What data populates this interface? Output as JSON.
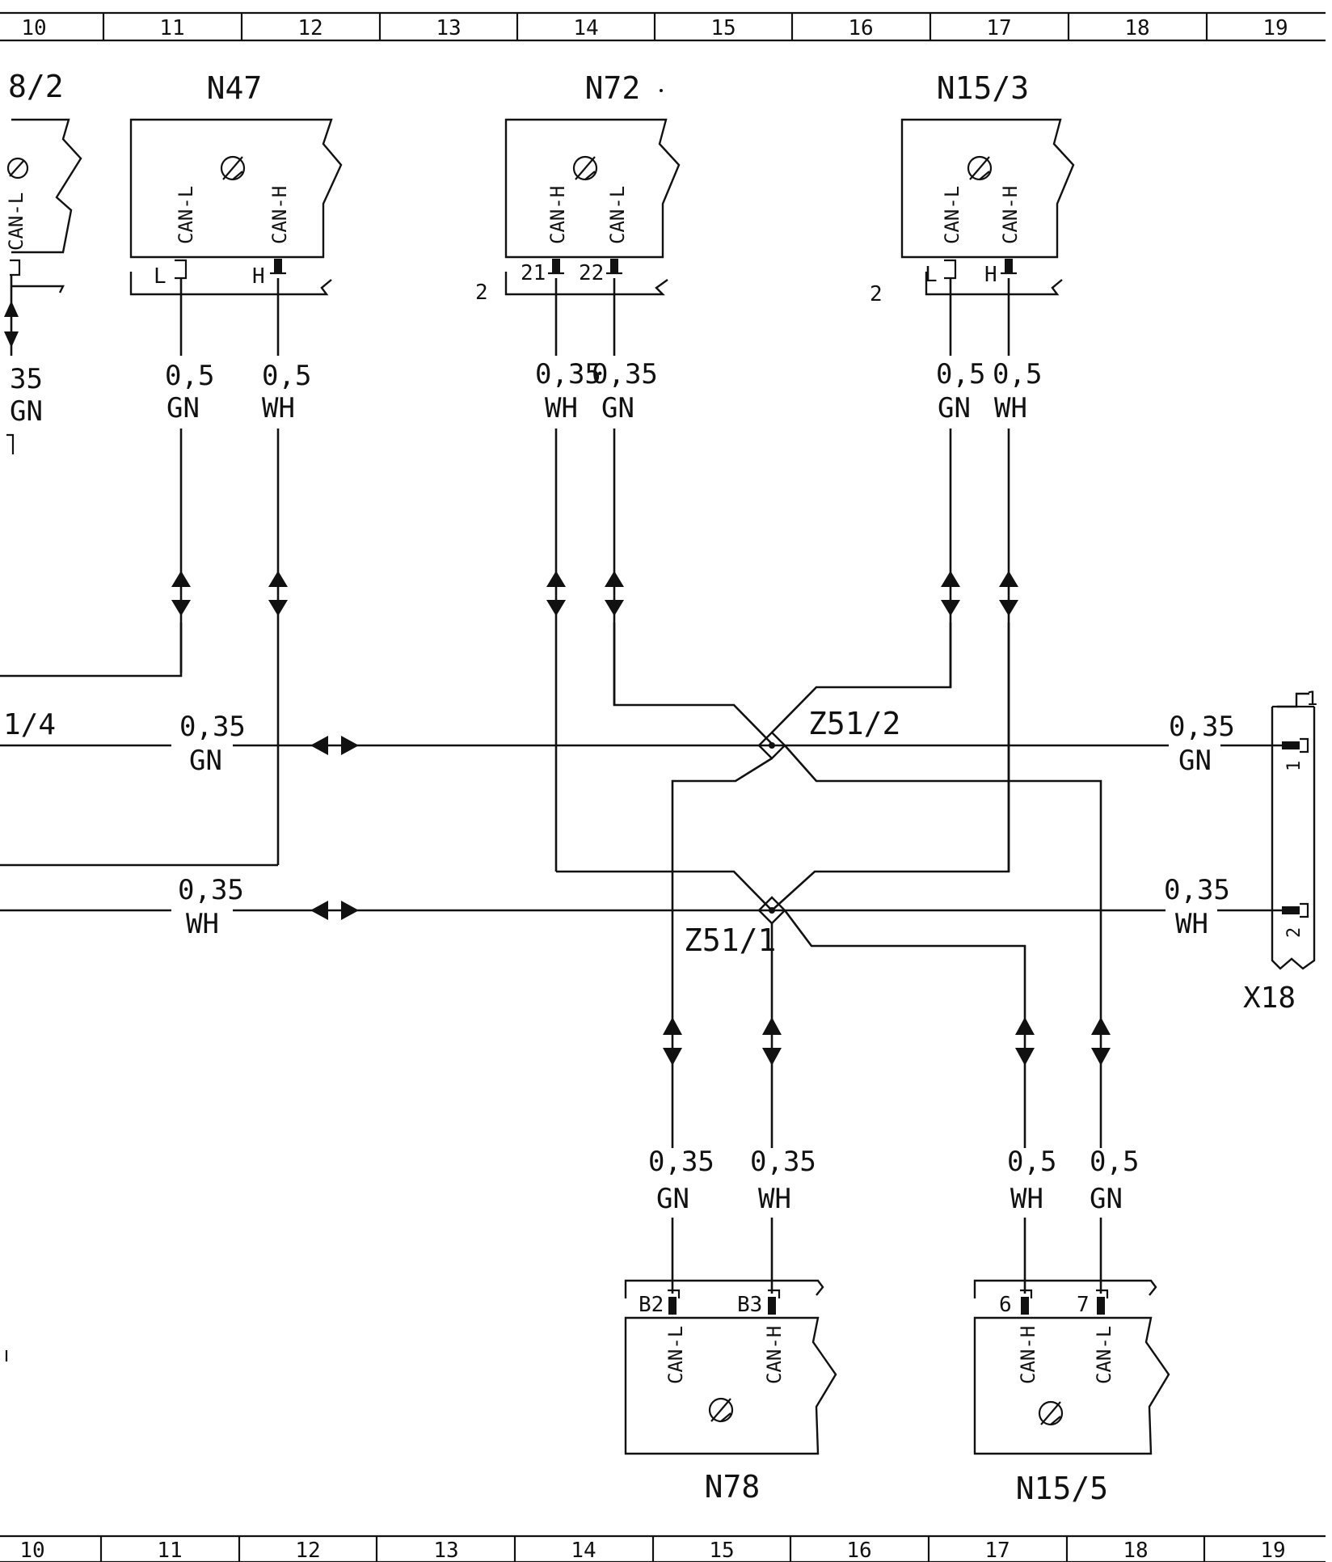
{
  "grid": {
    "columns": [
      "10",
      "11",
      "12",
      "13",
      "14",
      "15",
      "16",
      "17",
      "18",
      "19"
    ]
  },
  "components": [
    {
      "id": "n8_2",
      "label": "8/2",
      "pins": [
        {
          "signal": "CAN-L",
          "pin": ""
        }
      ]
    },
    {
      "id": "n47",
      "label": "N47",
      "pins": [
        {
          "signal": "CAN-L",
          "pin": "L"
        },
        {
          "signal": "CAN-H",
          "pin": "H"
        }
      ]
    },
    {
      "id": "n72",
      "label": "N72",
      "connector": "2",
      "pins": [
        {
          "signal": "CAN-H",
          "pin": "21"
        },
        {
          "signal": "CAN-L",
          "pin": "22"
        }
      ]
    },
    {
      "id": "n15_3",
      "label": "N15/3",
      "connector": "2",
      "pins": [
        {
          "signal": "CAN-L",
          "pin": "L"
        },
        {
          "signal": "CAN-H",
          "pin": "H"
        }
      ]
    },
    {
      "id": "n78",
      "label": "N78",
      "pins": [
        {
          "signal": "CAN-L",
          "pin": "B2"
        },
        {
          "signal": "CAN-H",
          "pin": "B3"
        }
      ]
    },
    {
      "id": "n15_5",
      "label": "N15/5",
      "pins": [
        {
          "signal": "CAN-H",
          "pin": "6"
        },
        {
          "signal": "CAN-L",
          "pin": "7"
        }
      ]
    }
  ],
  "wires": [
    {
      "id": "w_8_2",
      "size": "35",
      "color": "GN"
    },
    {
      "id": "w_n47_l",
      "size": "0,5",
      "color": "GN"
    },
    {
      "id": "w_n47_h",
      "size": "0,5",
      "color": "WH"
    },
    {
      "id": "w_n72_h",
      "size": "0,35",
      "color": "WH"
    },
    {
      "id": "w_n72_l",
      "size": "0,35",
      "color": "GN"
    },
    {
      "id": "w_n15_3_l",
      "size": "0,5",
      "color": "GN"
    },
    {
      "id": "w_n15_3_h",
      "size": "0,5",
      "color": "WH"
    },
    {
      "id": "w_left_gn",
      "size": "0,35",
      "color": "GN"
    },
    {
      "id": "w_left_wh",
      "size": "0,35",
      "color": "WH"
    },
    {
      "id": "w_x18_gn",
      "size": "0,35",
      "color": "GN"
    },
    {
      "id": "w_x18_wh",
      "size": "0,35",
      "color": "WH"
    },
    {
      "id": "w_n78_l",
      "size": "0,35",
      "color": "GN"
    },
    {
      "id": "w_n78_h",
      "size": "0,35",
      "color": "WH"
    },
    {
      "id": "w_n15_5_h",
      "size": "0,5",
      "color": "WH"
    },
    {
      "id": "w_n15_5_l",
      "size": "0,5",
      "color": "GN"
    }
  ],
  "splices": [
    {
      "id": "z51_2",
      "label": "Z51/2"
    },
    {
      "id": "z51_1",
      "label": "Z51/1"
    }
  ],
  "edge_labels": {
    "left_gn_ref": "1/4"
  },
  "x18": {
    "label": "X18",
    "pins": [
      "1",
      "2"
    ],
    "number": "1"
  },
  "colors": {
    "line": "#111111",
    "background": "#ffffff"
  }
}
